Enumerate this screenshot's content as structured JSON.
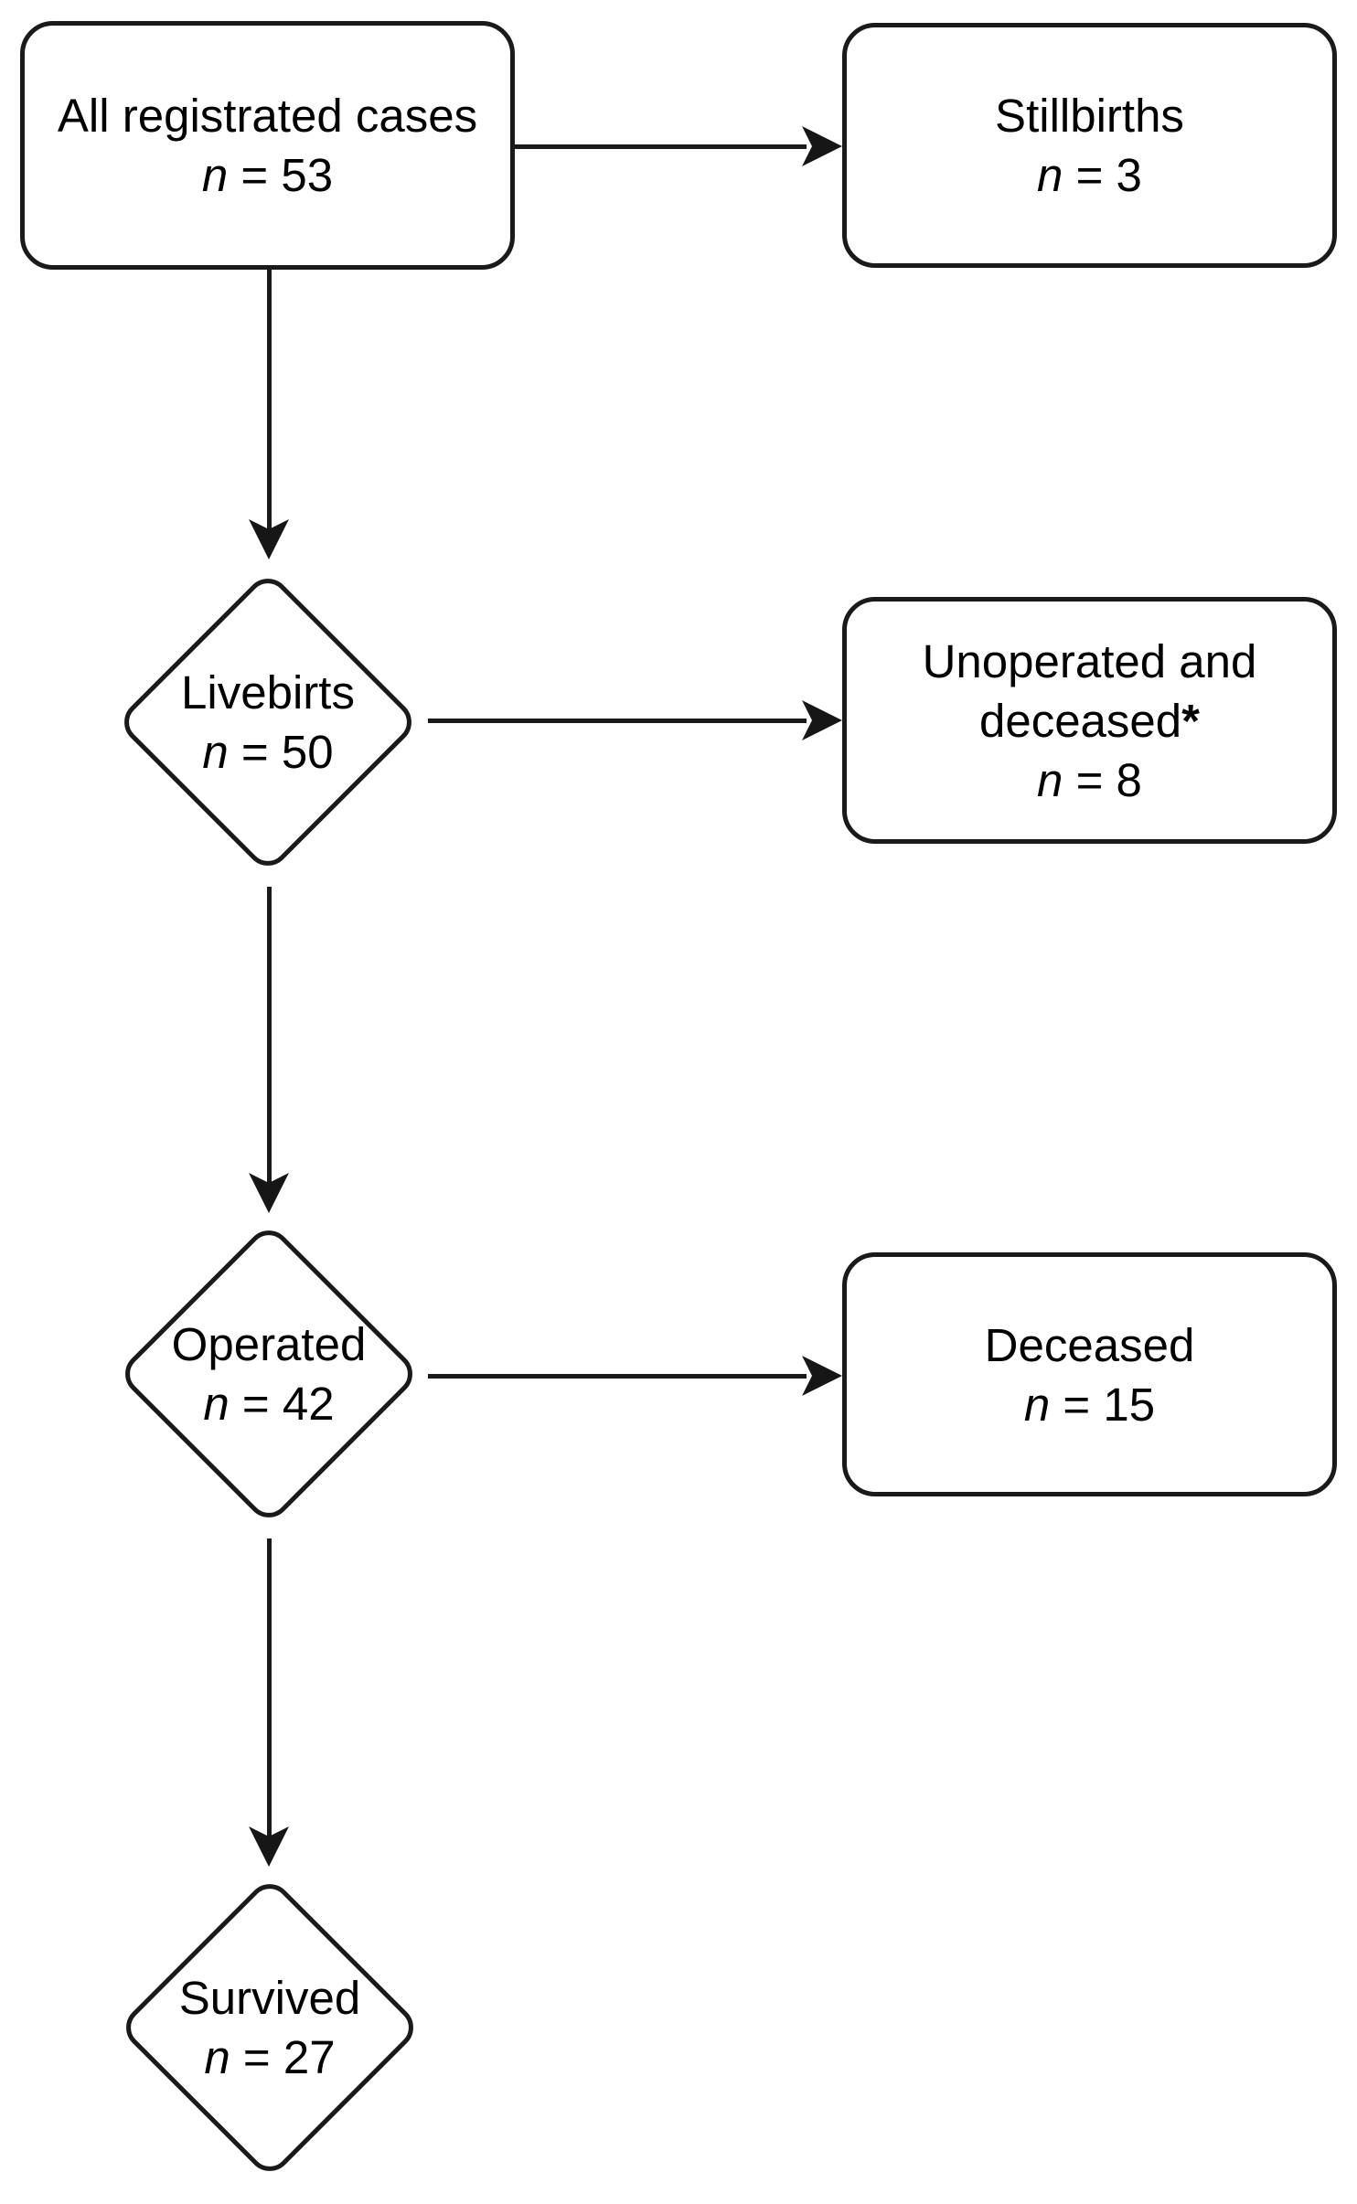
{
  "flowchart": {
    "colors": {
      "stroke": "#1a1a1a",
      "fill": "#ffffff",
      "text": "#000000",
      "background": "#ffffff"
    },
    "nodes": [
      {
        "id": "all-cases",
        "shape": "rounded-rectangle",
        "lines": [
          "All registrated cases"
        ],
        "n": "n",
        "value": " = 53"
      },
      {
        "id": "stillbirths",
        "shape": "rounded-rectangle",
        "lines": [
          "Stillbirths"
        ],
        "n": "n",
        "value": " = 3"
      },
      {
        "id": "livebirths",
        "shape": "diamond",
        "lines": [
          "Livebirts"
        ],
        "n": "n",
        "value": " = 50"
      },
      {
        "id": "unoperated-deceased",
        "shape": "rounded-rectangle",
        "lines": [
          "Unoperated and",
          "deceased"
        ],
        "asterisk": "*",
        "n": "n",
        "value": " = 8"
      },
      {
        "id": "operated",
        "shape": "diamond",
        "lines": [
          "Operated"
        ],
        "n": "n",
        "value": " = 42"
      },
      {
        "id": "deceased",
        "shape": "rounded-rectangle",
        "lines": [
          "Deceased"
        ],
        "n": "n",
        "value": " = 15"
      },
      {
        "id": "survived",
        "shape": "diamond",
        "lines": [
          "Survived"
        ],
        "n": "n",
        "value": " = 27"
      }
    ],
    "edges": [
      {
        "from": "all-cases",
        "to": "stillbirths",
        "direction": "right"
      },
      {
        "from": "all-cases",
        "to": "livebirths",
        "direction": "down"
      },
      {
        "from": "livebirths",
        "to": "unoperated-deceased",
        "direction": "right"
      },
      {
        "from": "livebirths",
        "to": "operated",
        "direction": "down"
      },
      {
        "from": "operated",
        "to": "deceased",
        "direction": "right"
      },
      {
        "from": "operated",
        "to": "survived",
        "direction": "down"
      }
    ]
  }
}
